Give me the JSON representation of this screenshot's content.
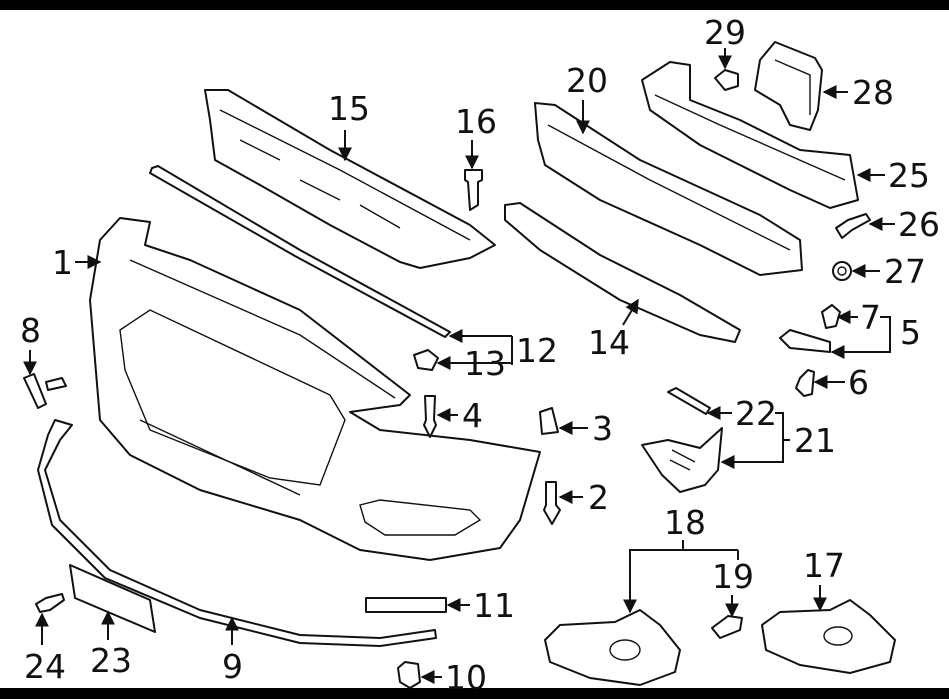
{
  "colors": {
    "frame": "#000000",
    "line": "#111111",
    "background": "#ffffff"
  },
  "callouts": [
    {
      "id": "1",
      "text": "1"
    },
    {
      "id": "2",
      "text": "2"
    },
    {
      "id": "3",
      "text": "3"
    },
    {
      "id": "4",
      "text": "4"
    },
    {
      "id": "5",
      "text": "5"
    },
    {
      "id": "6",
      "text": "6"
    },
    {
      "id": "7",
      "text": "7"
    },
    {
      "id": "8",
      "text": "8"
    },
    {
      "id": "9",
      "text": "9"
    },
    {
      "id": "10",
      "text": "10"
    },
    {
      "id": "11",
      "text": "11"
    },
    {
      "id": "12",
      "text": "12"
    },
    {
      "id": "13",
      "text": "13"
    },
    {
      "id": "14",
      "text": "14"
    },
    {
      "id": "15",
      "text": "15"
    },
    {
      "id": "16",
      "text": "16"
    },
    {
      "id": "17",
      "text": "17"
    },
    {
      "id": "18",
      "text": "18"
    },
    {
      "id": "19",
      "text": "19"
    },
    {
      "id": "20",
      "text": "20"
    },
    {
      "id": "21",
      "text": "21"
    },
    {
      "id": "22",
      "text": "22"
    },
    {
      "id": "23",
      "text": "23"
    },
    {
      "id": "24",
      "text": "24"
    },
    {
      "id": "25",
      "text": "25"
    },
    {
      "id": "26",
      "text": "26"
    },
    {
      "id": "27",
      "text": "27"
    },
    {
      "id": "28",
      "text": "28"
    },
    {
      "id": "29",
      "text": "29"
    }
  ]
}
